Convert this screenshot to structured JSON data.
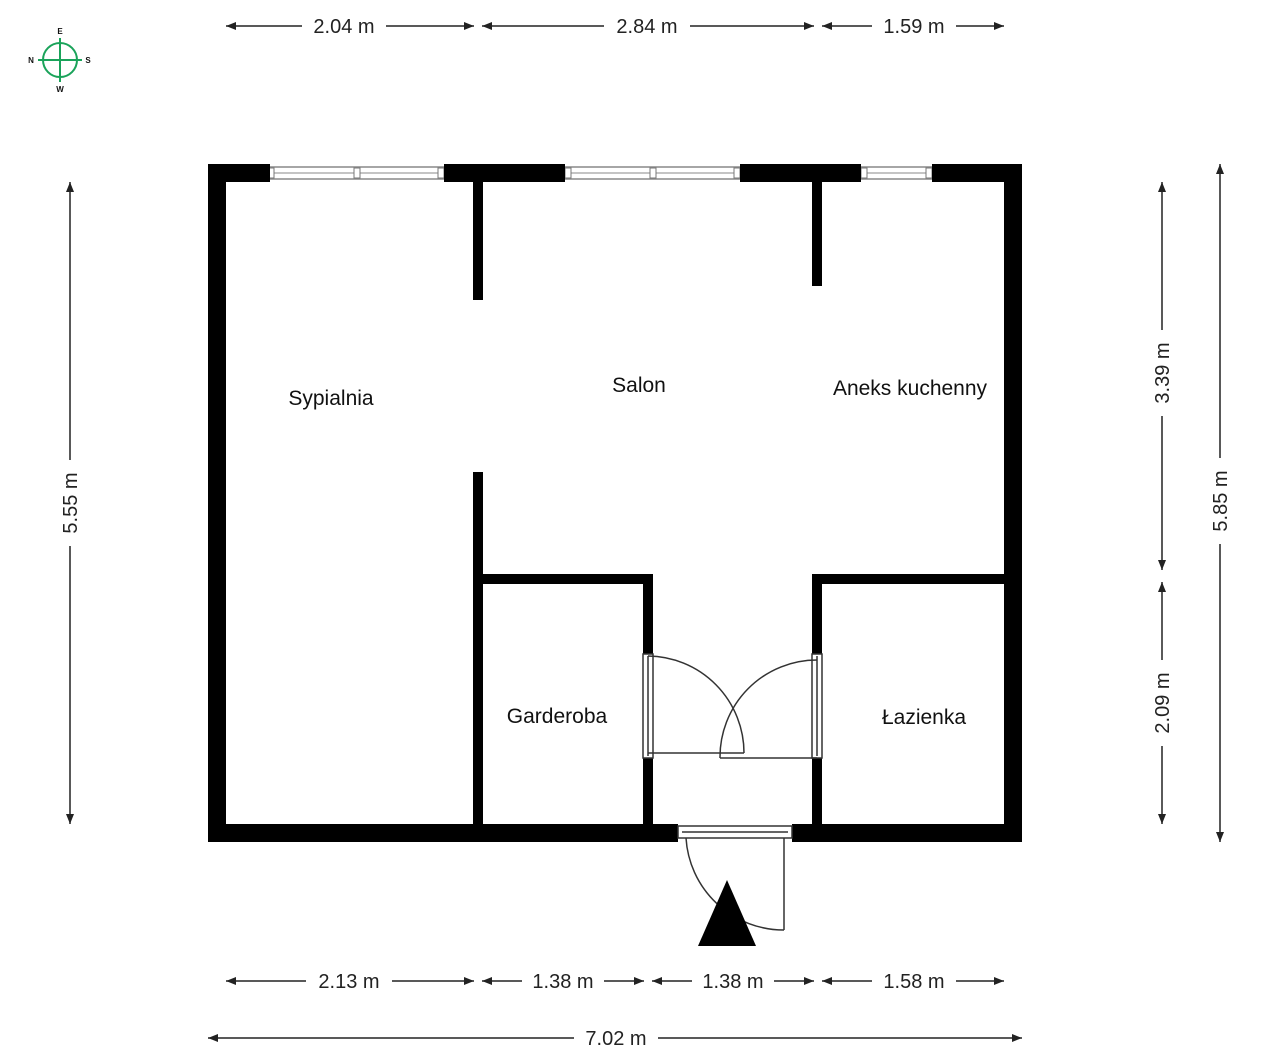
{
  "compass": {
    "n": "N",
    "e": "E",
    "s": "S",
    "w": "W",
    "color": "#1aa35a"
  },
  "dimensions": {
    "top": [
      "2.04 m",
      "2.84 m",
      "1.59 m"
    ],
    "bottom": [
      "2.13 m",
      "1.38 m",
      "1.38 m",
      "1.58 m"
    ],
    "total_width": "7.02 m",
    "left": "5.55 m",
    "right_upper": "3.39 m",
    "right_lower": "2.09 m",
    "right_total": "5.85 m"
  },
  "rooms": {
    "bedroom": "Sypialnia",
    "living": "Salon",
    "kitchen": "Aneks kuchenny",
    "wardrobe": "Garderoba",
    "bathroom": "Łazienka"
  },
  "colors": {
    "wall": "#000000",
    "window": "#9a9a9a",
    "line": "#333333"
  }
}
